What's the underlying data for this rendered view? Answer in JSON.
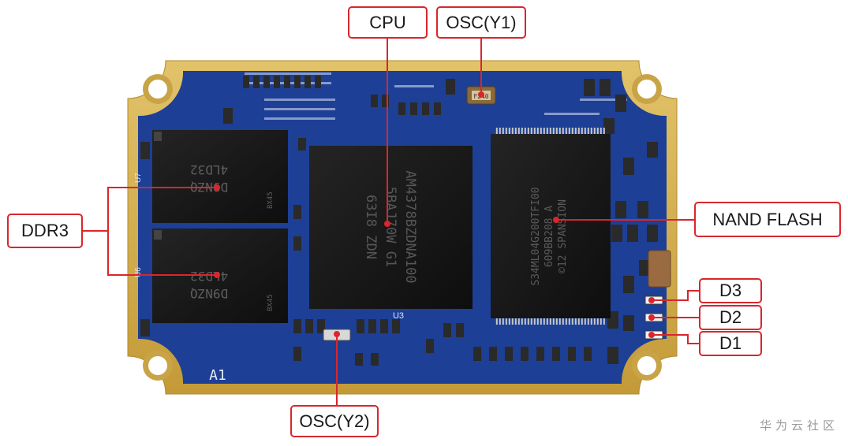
{
  "labels": {
    "cpu": "CPU",
    "osc_y1": "OSC(Y1)",
    "osc_y2": "OSC(Y2)",
    "ddr3": "DDR3",
    "nand_flash": "NAND FLASH",
    "d1": "D1",
    "d2": "D2",
    "d3": "D3"
  },
  "chip_markings": {
    "cpu": [
      "AM4378BZDNA100",
      "5BAJ70W  G1",
      "63I8  ZDN"
    ],
    "cpu_ref": "U3",
    "ddr_top": [
      "D9NZQ",
      "4LD32"
    ],
    "ddr_top_ref": "U7",
    "ddr_bottom": [
      "D9NZQ",
      "4LD32"
    ],
    "ddr_bottom_ref": "U6",
    "ddr_package": "BX45",
    "nand": [
      "S34ML04G200TFI00",
      "609BB208  A",
      "©12 SPANSION"
    ],
    "board_mark": "A1",
    "osc_y1_mark": "F240"
  },
  "watermark": "华为云社区",
  "colors": {
    "callout_border": "#d9262c",
    "pointer": "#d9262c",
    "board_gold": "#d4b04e",
    "pcb_blue": "#1d3f95",
    "chip_black": "#161616"
  }
}
